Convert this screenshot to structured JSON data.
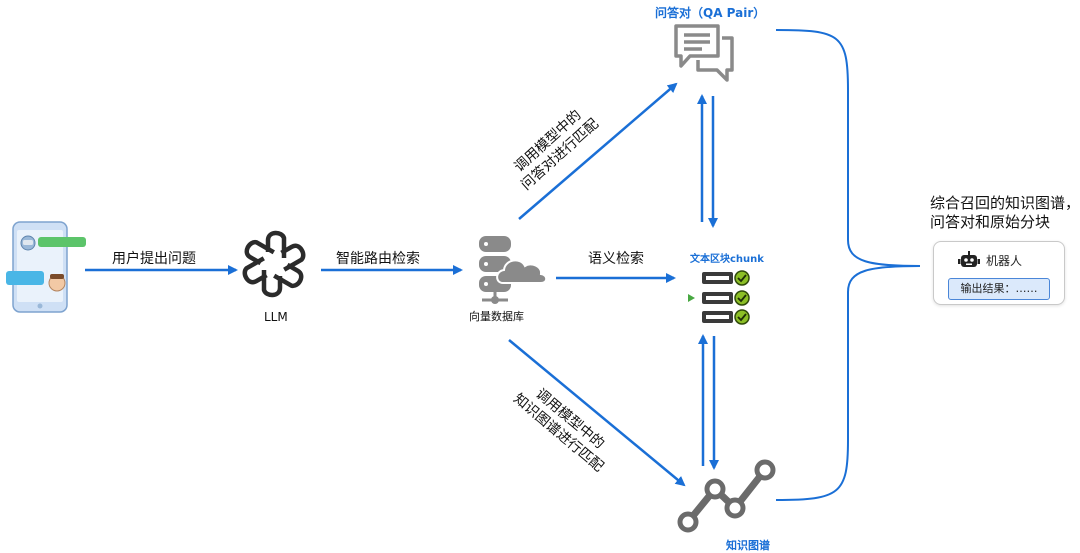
{
  "nodes": {
    "user_phone_label": "",
    "llm_label": "LLM",
    "vector_db_label": "向量数据库",
    "qa_pair_title": "问答对（QA Pair）",
    "text_chunk_title": "文本区块chunk",
    "knowledge_graph_title": "知识图谱"
  },
  "edges": {
    "user_to_llm": "用户提出问题",
    "llm_to_db": "智能路由检索",
    "db_to_chunk": "语义检索",
    "db_to_qa_line1": "调用模型中的",
    "db_to_qa_line2": "问答对进行匹配",
    "db_to_kg_line1": "调用模型中的",
    "db_to_kg_line2": "知识图谱进行匹配"
  },
  "summary": {
    "line1": "综合召回的知识图谱，",
    "line2": "问答对和原始分块"
  },
  "result_card": {
    "bot_name": "机器人",
    "output_text": "输出结果：……"
  },
  "colors": {
    "arrow": "#1a6fd6",
    "accent_title": "#1a6fd6",
    "icon_dark": "#3a3a3a",
    "icon_gray": "#8a8a8a",
    "check_green": "#8cbf26"
  },
  "icons": [
    "phone-chat-icon",
    "openai-logo-icon",
    "database-cloud-icon",
    "chat-bubbles-icon",
    "chunk-list-icon",
    "graph-line-icon",
    "robot-icon"
  ]
}
